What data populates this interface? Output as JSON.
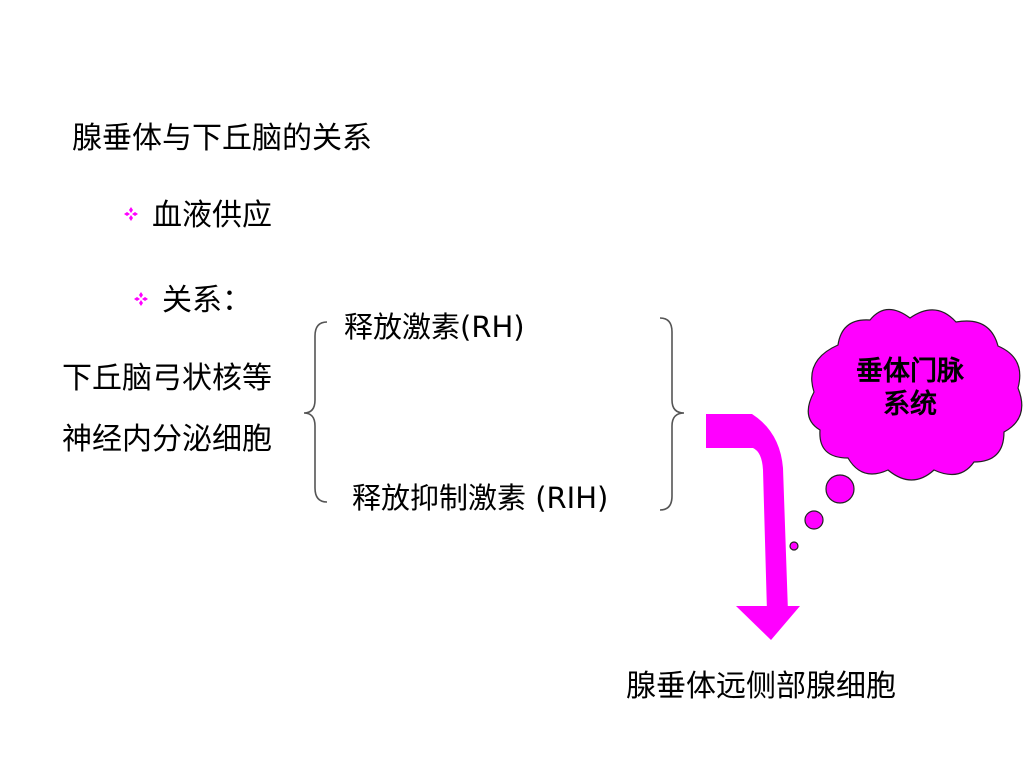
{
  "slide": {
    "title": "腺垂体与下丘脑的关系",
    "bullets": [
      "血液供应",
      "关系："
    ],
    "source_lines": [
      "下丘脑弓状核等",
      "神经内分泌细胞"
    ],
    "hormones": [
      "释放激素(RH)",
      "释放抑制激素 (RIH)"
    ],
    "cloud_label": "垂体门脉系统",
    "target": "腺垂体远侧部腺细胞"
  },
  "colors": {
    "accent": "#ff00ff",
    "text": "#000000",
    "bracket": "#555555"
  },
  "icons": {
    "bullet": "diamond-cluster-icon",
    "arrow": "curved-arrow-icon",
    "cloud": "thought-cloud-icon"
  }
}
